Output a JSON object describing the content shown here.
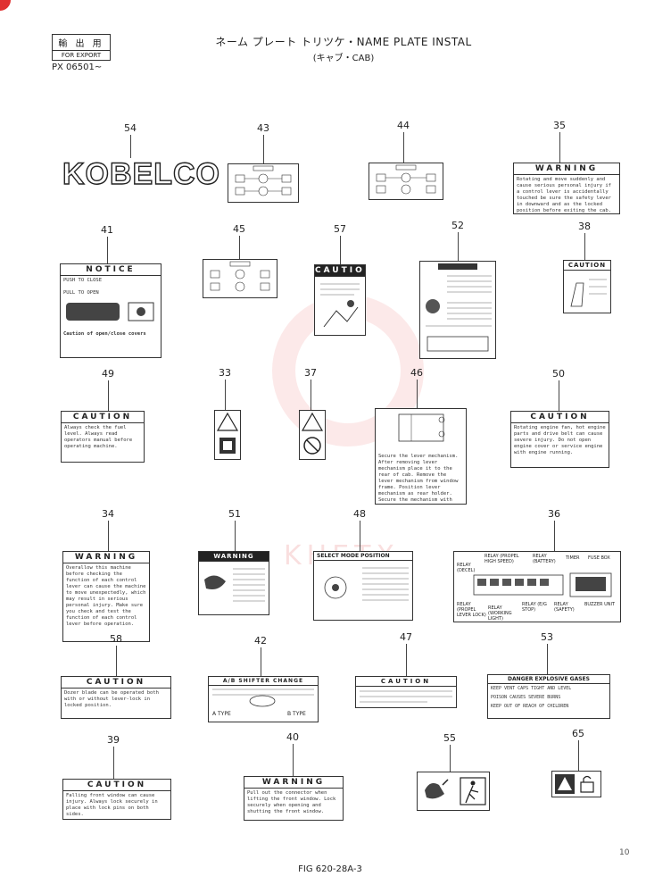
{
  "header": {
    "stamp_jp": "輸 出 用",
    "stamp_en": "FOR EXPORT",
    "serial": "PX 06501~",
    "title": "ネーム プレート トリツケ・NAME PLATE INSTAL",
    "subtitle": "(キャブ・CAB)"
  },
  "footer": {
    "figure": "FIG 620-28A-3",
    "page": "10"
  },
  "logo_text": "KOBELCO",
  "callouts": {
    "c54": "54",
    "c43": "43",
    "c44": "44",
    "c35": "35",
    "c41": "41",
    "c45": "45",
    "c57": "57",
    "c52": "52",
    "c38": "38",
    "c49": "49",
    "c33": "33",
    "c37": "37",
    "c46": "46",
    "c50": "50",
    "c34": "34",
    "c51": "51",
    "c48": "48",
    "c36": "36",
    "c58": "58",
    "c42": "42",
    "c47": "47",
    "c53": "53",
    "c39": "39",
    "c40": "40",
    "c55": "55",
    "c65": "65"
  },
  "plates": {
    "p35": {
      "header": "WARNING",
      "text": "Rotating and move suddenly and cause serious personal injury if a control lever is accidentally touched be sure the safety lever in downward and as the locked position before exiting the cab."
    },
    "p41": {
      "header": "NOTICE",
      "caption": "Caution of open/close covers",
      "label_close": "PUSH TO CLOSE",
      "label_open": "PULL TO OPEN"
    },
    "p57": {
      "header": "CAUTION"
    },
    "p38": {
      "header": "CAUTION"
    },
    "p49": {
      "header": "CAUTION",
      "text": "Always check the fuel level. Always read operators manual before operating machine."
    },
    "p46": {
      "text": "Secure the lever mechanism. After removing lever mechanism place it to the rear of cab. Remove the lever mechanism from window frame. Position lever mechanism as rear holder. Secure the mechanism with clip."
    },
    "p50": {
      "header": "CAUTION",
      "text": "Rotating engine fan, hot engine parts and drive belt can cause severe injury. Do not open engine cover or service engine with engine running."
    },
    "p34": {
      "header": "WARNING",
      "text": "Overallow this machine before checking the function of each control lever can cause the machine to move unexpectedly, which may result in serious personal injury. Make sure you check and test the function of each control lever before operation."
    },
    "p51": {
      "header": "WARNING"
    },
    "p48": {
      "header": "SELECT MODE POSITION"
    },
    "p36": {
      "labels": [
        "RELAY (DECEL)",
        "RELAY (PROPEL HIGH SPEED)",
        "RELAY (BATTERY)",
        "TIMER",
        "FUSE BOX",
        "RELAY (PROPEL LEVER LOCK)",
        "RELAY (WORKING LIGHT)",
        "RELAY (E/G STOP)",
        "RELAY (SAFETY)",
        "BUZZER UNIT"
      ]
    },
    "p58": {
      "header": "CAUTION",
      "text": "Dozer blade can be operated both with or without lever-lock in locked position."
    },
    "p42": {
      "header": "A/B SHIFTER CHANGE",
      "type_a": "A TYPE",
      "type_b": "B TYPE"
    },
    "p47": {
      "header": "CAUTION"
    },
    "p53": {
      "header": "DANGER EXPLOSIVE GASES",
      "line1": "KEEP VENT CAPS TIGHT AND LEVEL",
      "line2": "POISON CAUSES SEVERE BURNS",
      "line3": "KEEP OUT OF REACH OF CHILDREN"
    },
    "p39": {
      "header": "CAUTION",
      "text": "Falling front window can cause injury. Always lock securely in place with lock pins on both sides."
    },
    "p40": {
      "header": "WARNING",
      "text": "Pull out the connector when lifting the front window. Lock securely when opening and shutting the front window."
    }
  },
  "watermark": "KHETX"
}
